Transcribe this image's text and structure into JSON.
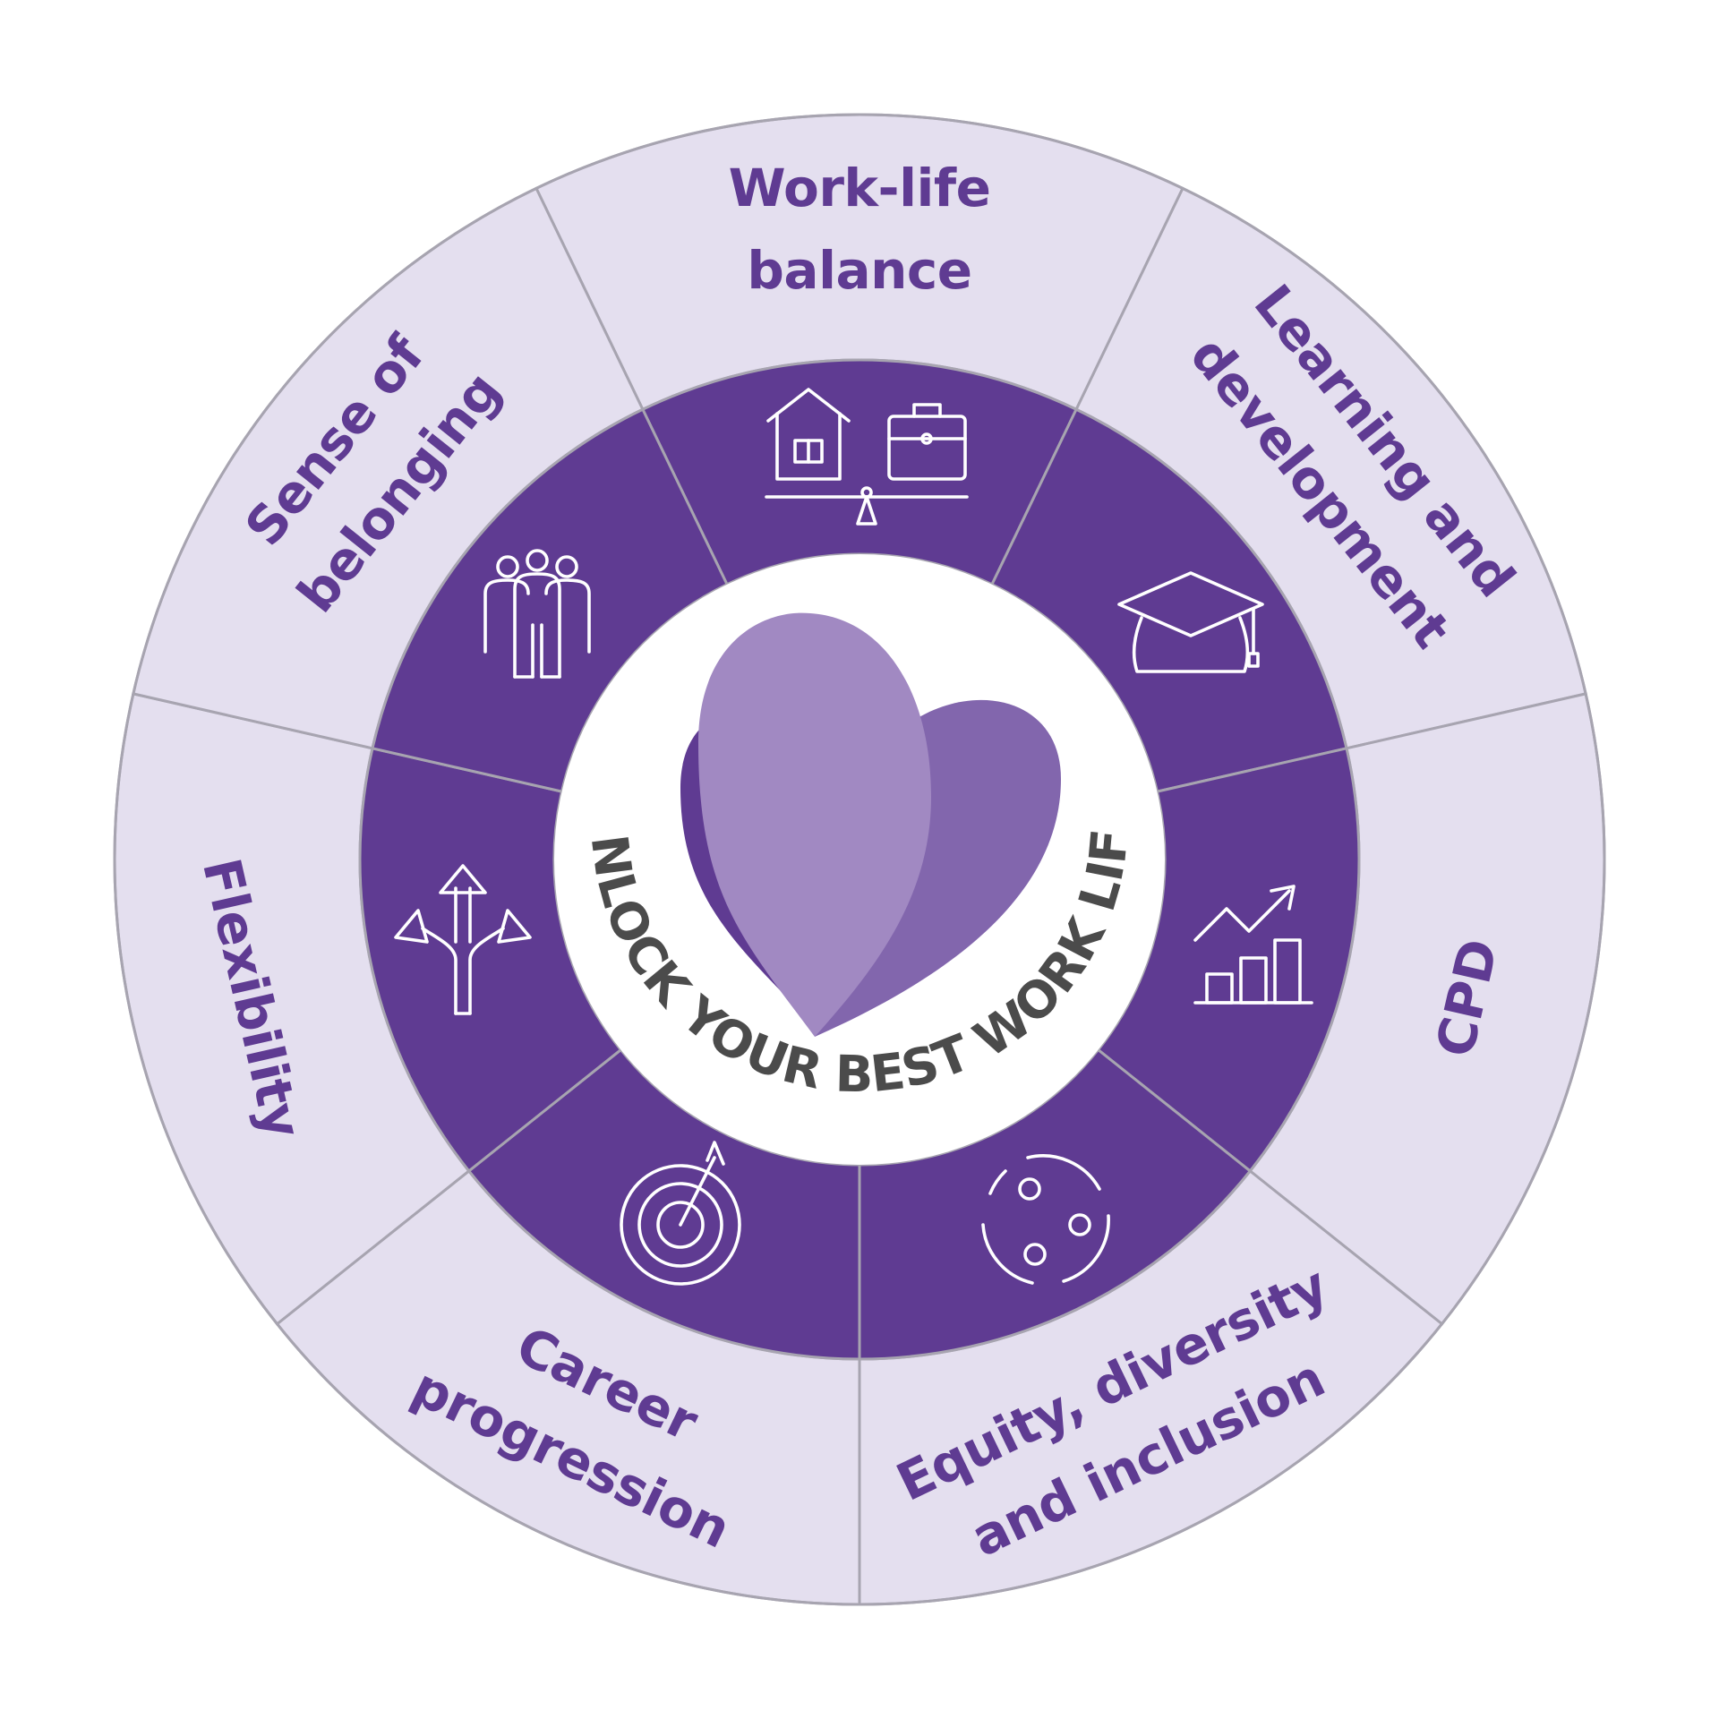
{
  "colors": {
    "outer_fill": "#e4dfef",
    "outer_stroke": "#a7a4b0",
    "inner_fill": "#5f3b92",
    "label_color": "#5f3b92",
    "center_fill": "#ffffff",
    "center_text": "#4b4b4b",
    "heart_light": "#a189c2",
    "heart_mid": "#8266ad",
    "heart_dark": "#5f3b92"
  },
  "center": {
    "slogan": "UNLOCK YOUR BEST WORK LIFE"
  },
  "segments": [
    {
      "lines": [
        "Work-life",
        "balance"
      ],
      "icon": "work-life-balance-icon"
    },
    {
      "lines": [
        "Learning and",
        "development"
      ],
      "icon": "graduation-cap-icon"
    },
    {
      "lines": [
        "CPD"
      ],
      "icon": "growth-chart-icon"
    },
    {
      "lines": [
        "Equity, diversity",
        "and inclusion"
      ],
      "icon": "inclusion-circle-icon"
    },
    {
      "lines": [
        "Career",
        "progression"
      ],
      "icon": "target-arrow-icon"
    },
    {
      "lines": [
        "Flexibility"
      ],
      "icon": "split-arrows-icon"
    },
    {
      "lines": [
        "Sense of",
        "belonging"
      ],
      "icon": "group-people-icon"
    }
  ]
}
